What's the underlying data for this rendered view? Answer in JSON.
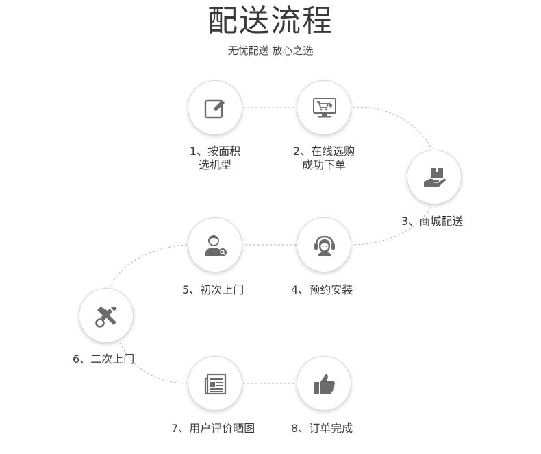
{
  "header": {
    "title": "配送流程",
    "subtitle": "无忧配送 放心之选"
  },
  "steps": [
    {
      "number": "1、",
      "lines": [
        "按面积",
        "选机型"
      ],
      "icon": "edit-icon"
    },
    {
      "number": "2、",
      "lines": [
        "在线选购",
        "成功下单"
      ],
      "icon": "monitor-cart-icon"
    },
    {
      "number": "3、",
      "lines": [
        "商城配送"
      ],
      "icon": "hand-package-icon"
    },
    {
      "number": "4、",
      "lines": [
        "预约安装"
      ],
      "icon": "headset-agent-icon"
    },
    {
      "number": "5、",
      "lines": [
        "初次上门"
      ],
      "icon": "user-search-icon"
    },
    {
      "number": "6、",
      "lines": [
        "二次上门"
      ],
      "icon": "tools-icon"
    },
    {
      "number": "7、",
      "lines": [
        "用户评价晒图"
      ],
      "icon": "newspaper-icon"
    },
    {
      "number": "8、",
      "lines": [
        "订单完成"
      ],
      "icon": "thumbs-up-icon"
    }
  ],
  "colors": {
    "icon": "#6b6b6b",
    "border": "#d9d9d9",
    "connector": "#b5b5b5",
    "text": "#3a3a3a"
  }
}
